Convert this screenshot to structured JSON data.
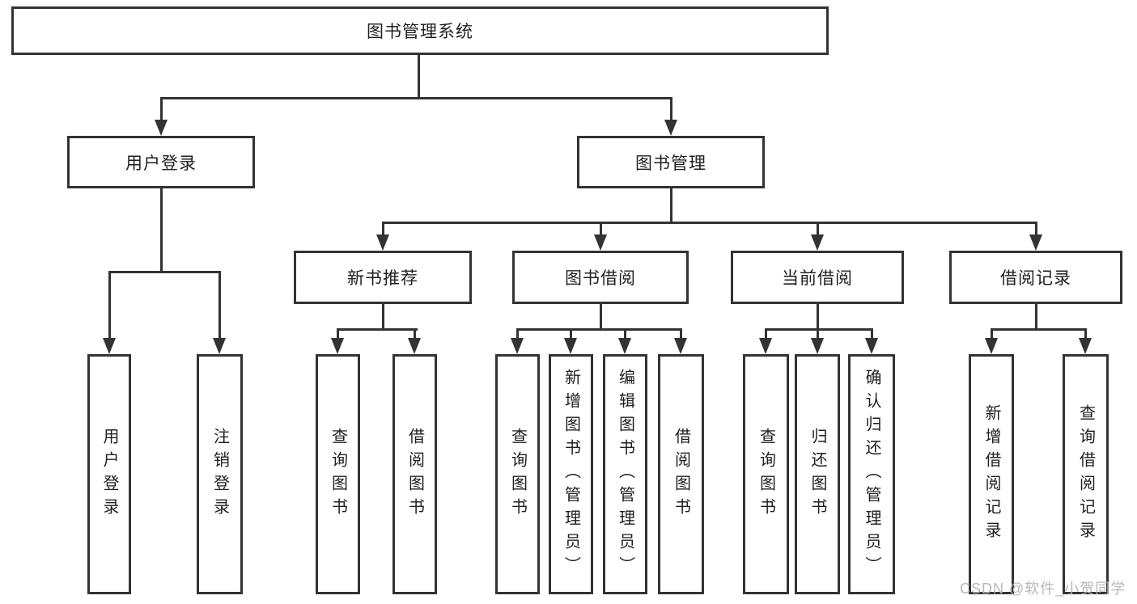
{
  "diagram": {
    "root": "图书管理系统",
    "user_login": {
      "label": "用户登录",
      "children": [
        "用户登录",
        "注销登录"
      ]
    },
    "book_mgmt": {
      "label": "图书管理",
      "groups": [
        {
          "label": "新书推荐",
          "children": [
            "查询图书",
            "借阅图书"
          ]
        },
        {
          "label": "图书借阅",
          "children": [
            "查询图书",
            "新增图书（管理员）",
            "编辑图书（管理员）",
            "借阅图书"
          ]
        },
        {
          "label": "当前借阅",
          "children": [
            "查询图书",
            "归还图书",
            "确认归还（管理员）"
          ]
        },
        {
          "label": "借阅记录",
          "children": [
            "新增借阅记录",
            "查询借阅记录"
          ]
        }
      ]
    }
  },
  "watermark": "CSDN @软件_小贺同学",
  "colors": {
    "line": "#333333",
    "text": "#1f1f1f",
    "watermark": "#b4b8be",
    "background": "#ffffff"
  }
}
